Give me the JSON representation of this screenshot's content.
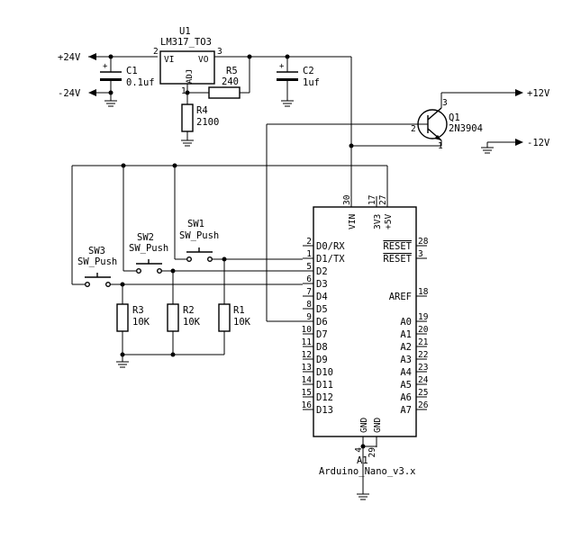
{
  "components": {
    "u1": {
      "ref": "U1",
      "value": "LM317_TO3",
      "vi": "VI",
      "vo": "VO",
      "adj": "ADJ",
      "pin_vi": "2",
      "pin_vo": "3",
      "pin_adj": "1"
    },
    "c1": {
      "ref": "C1",
      "value": "0.1uf"
    },
    "c2": {
      "ref": "C2",
      "value": "1uf"
    },
    "r1": {
      "ref": "R1",
      "value": "10K"
    },
    "r2": {
      "ref": "R2",
      "value": "10K"
    },
    "r3": {
      "ref": "R3",
      "value": "10K"
    },
    "r4": {
      "ref": "R4",
      "value": "2100"
    },
    "r5": {
      "ref": "R5",
      "value": "240"
    },
    "q1": {
      "ref": "Q1",
      "value": "2N3904",
      "pin_c": "3",
      "pin_b": "2",
      "pin_e": "1"
    },
    "sw1": {
      "ref": "SW1",
      "value": "SW_Push"
    },
    "sw2": {
      "ref": "SW2",
      "value": "SW_Push"
    },
    "sw3": {
      "ref": "SW3",
      "value": "SW_Push"
    },
    "a1": {
      "ref": "A1",
      "value": "Arduino_Nano_v3.x"
    }
  },
  "power": {
    "plus24": "+24V",
    "minus24": "-24V",
    "plus12": "+12V",
    "minus12": "-12V"
  },
  "nano": {
    "top": [
      {
        "name": "VIN",
        "num": "30"
      },
      {
        "name": "3V3",
        "num": "17"
      },
      {
        "name": "+5V",
        "num": "27"
      }
    ],
    "bottom": [
      {
        "name": "GND",
        "num": "4"
      },
      {
        "name": "GND",
        "num": "29"
      }
    ],
    "left": [
      {
        "num": "2",
        "name": "D0/RX"
      },
      {
        "num": "1",
        "name": "D1/TX"
      },
      {
        "num": "5",
        "name": "D2"
      },
      {
        "num": "6",
        "name": "D3"
      },
      {
        "num": "7",
        "name": "D4"
      },
      {
        "num": "8",
        "name": "D5"
      },
      {
        "num": "9",
        "name": "D6"
      },
      {
        "num": "10",
        "name": "D7"
      },
      {
        "num": "11",
        "name": "D8"
      },
      {
        "num": "12",
        "name": "D9"
      },
      {
        "num": "13",
        "name": "D10"
      },
      {
        "num": "14",
        "name": "D11"
      },
      {
        "num": "15",
        "name": "D12"
      },
      {
        "num": "16",
        "name": "D13"
      }
    ],
    "right": [
      {
        "num": "28",
        "name": "RESET"
      },
      {
        "num": "3",
        "name": "RESET"
      },
      {
        "num": "18",
        "name": "AREF"
      },
      {
        "num": "19",
        "name": "A0"
      },
      {
        "num": "20",
        "name": "A1"
      },
      {
        "num": "21",
        "name": "A2"
      },
      {
        "num": "22",
        "name": "A3"
      },
      {
        "num": "23",
        "name": "A4"
      },
      {
        "num": "24",
        "name": "A5"
      },
      {
        "num": "25",
        "name": "A6"
      },
      {
        "num": "26",
        "name": "A7"
      }
    ]
  }
}
